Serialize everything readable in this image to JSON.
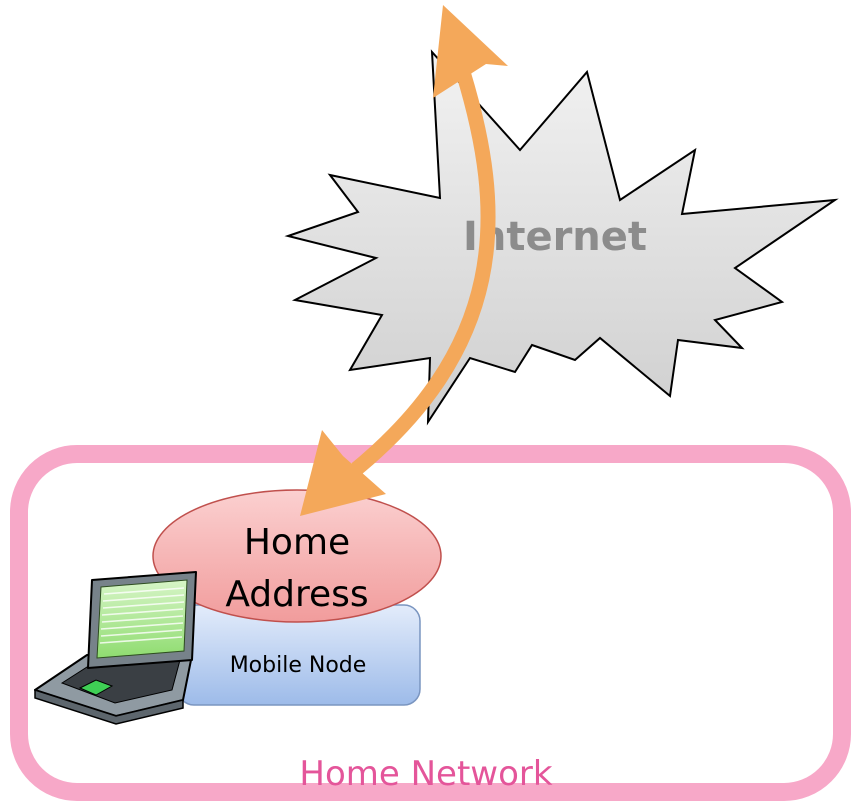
{
  "cloud": {
    "label": "Internet",
    "fill": "#d9d9d9",
    "text_color": "#8c8c8c"
  },
  "network": {
    "label": "Home Network",
    "border_color": "#f5a3c3",
    "text_color": "#e4559a"
  },
  "home_address": {
    "line1": "Home",
    "line2": "Address",
    "fill": "#f6b3b3",
    "stroke": "#c0504d"
  },
  "mobile_node": {
    "label": "Mobile Node",
    "fill": "#bcd0f0"
  },
  "arrow": {
    "color": "#f4a85a"
  }
}
